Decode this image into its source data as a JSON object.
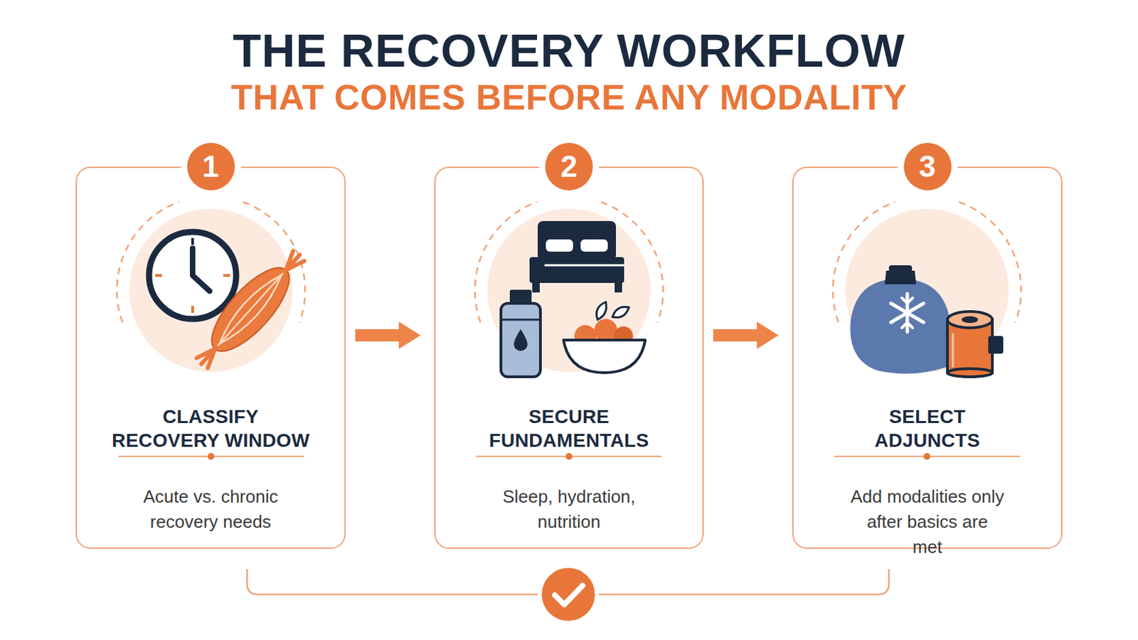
{
  "diagram": {
    "title": "THE RECOVERY WORKFLOW",
    "nodes": [
      {
        "text": [
          "CLASSIFY RECOVERY WINDOW",
          "Acute vs. chronic recovery needs"
        ]
      },
      {
        "text": [
          "1"
        ],
        "in": 0
      },
      {
        "text": [
          "SECURE FUNDAMENTALS",
          "Sleep, hydration, nutrition"
        ]
      },
      {
        "text": [
          "2"
        ],
        "in": 2
      },
      {
        "text": [
          "SELECT ADJUNCTS",
          "Add modalities only after basics are met"
        ]
      },
      {
        "text": [
          "3"
        ],
        "in": 4
      }
    ],
    "edges": [
      {
        "from": 0,
        "to": 2,
        "arrow": "to"
      },
      {
        "from": 2,
        "to": 4,
        "arrow": "to"
      }
    ],
    "labels": [
      "THAT COMES BEFORE ANY MODALITY"
    ]
  }
}
